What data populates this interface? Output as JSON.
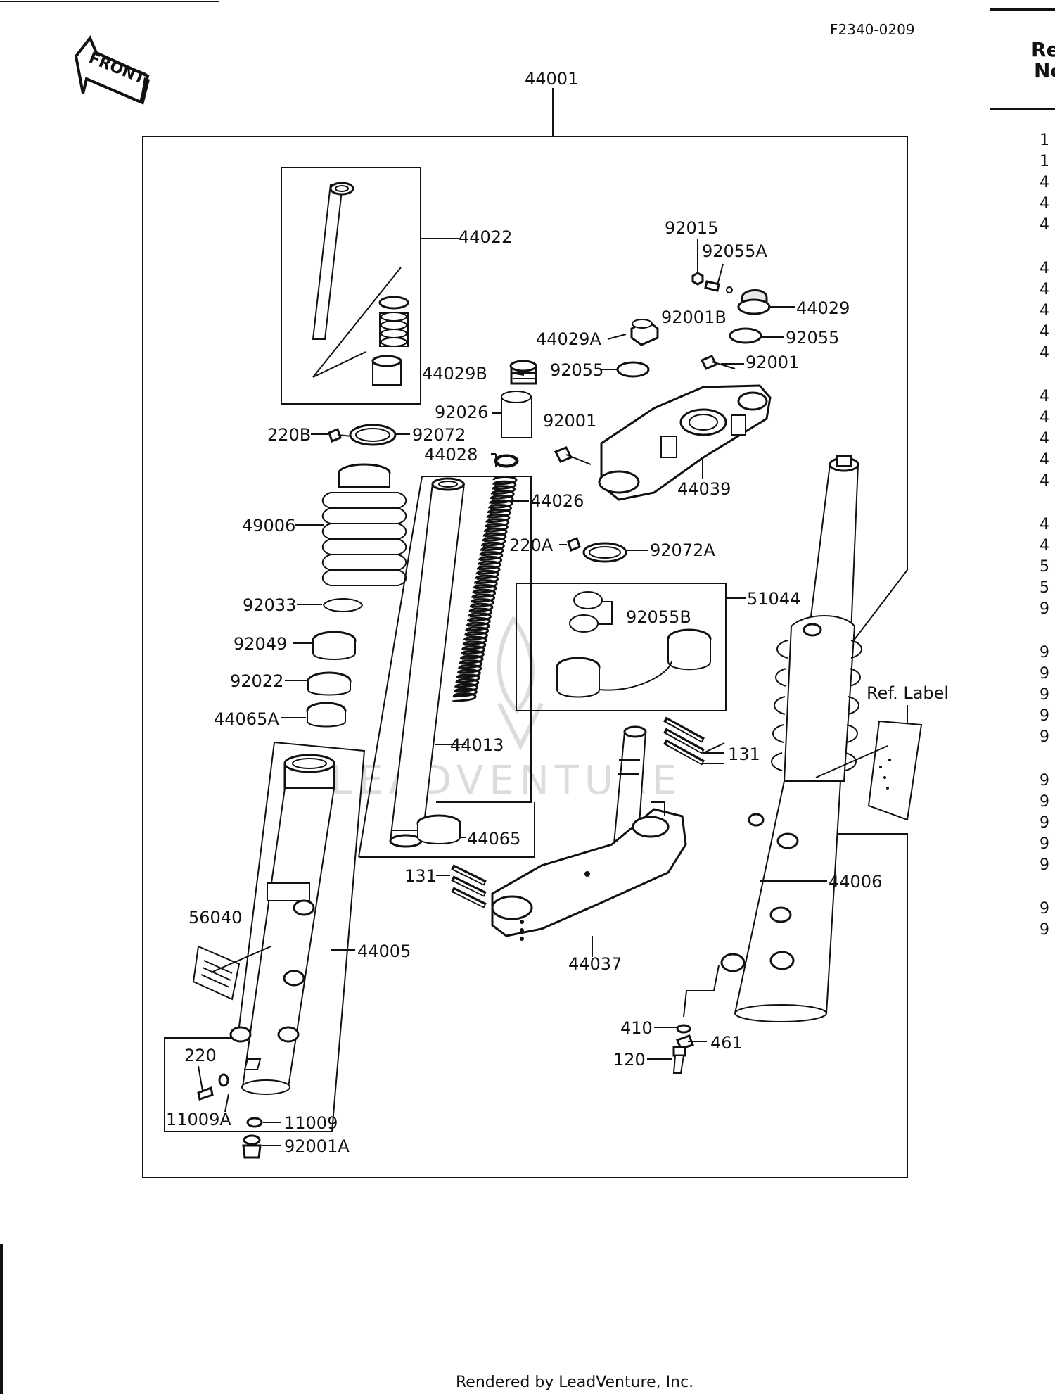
{
  "document": {
    "code": "F2340-0209",
    "front_badge": "FRONT",
    "footer": "Rendered by LeadVenture, Inc.",
    "watermark": "LEADVENTURE"
  },
  "table": {
    "header_line1": "Re",
    "header_line2": "No",
    "rows": [
      "1",
      "1",
      "4",
      "4",
      "4",
      "4",
      "4",
      "4",
      "4",
      "4",
      "4",
      "4",
      "4",
      "4",
      "4",
      "4",
      "4",
      "5",
      "5",
      "9",
      "9",
      "9",
      "9",
      "9",
      "9",
      "9",
      "9",
      "9",
      "9",
      "9",
      "9",
      "9"
    ]
  },
  "parts": {
    "p44001": "44001",
    "p44022": "44022",
    "p92015": "92015",
    "p92055A": "92055A",
    "p44029": "44029",
    "p92001B": "92001B",
    "p92055": "92055",
    "p44029A": "44029A",
    "p44029B": "44029B",
    "p92055b": "92055",
    "p92001": "92001",
    "p92026": "92026",
    "p92001b": "92001",
    "p220B": "220B",
    "p92072": "92072",
    "p44028": "44028",
    "p44026": "44026",
    "p44039": "44039",
    "p49006": "49006",
    "p220A": "220A",
    "p92072A": "92072A",
    "p51044": "51044",
    "p92055B": "92055B",
    "p92033": "92033",
    "p92049": "92049",
    "p92022": "92022",
    "p44065A": "44065A",
    "pRefLabel": "Ref. Label",
    "p44013": "44013",
    "p131a": "131",
    "p44065": "44065",
    "p131b": "131",
    "p44006": "44006",
    "p56040": "56040",
    "p44005": "44005",
    "p44037": "44037",
    "p220": "220",
    "p410": "410",
    "p461": "461",
    "p120": "120",
    "p11009A": "11009A",
    "p11009": "11009",
    "p92001A": "92001A"
  }
}
